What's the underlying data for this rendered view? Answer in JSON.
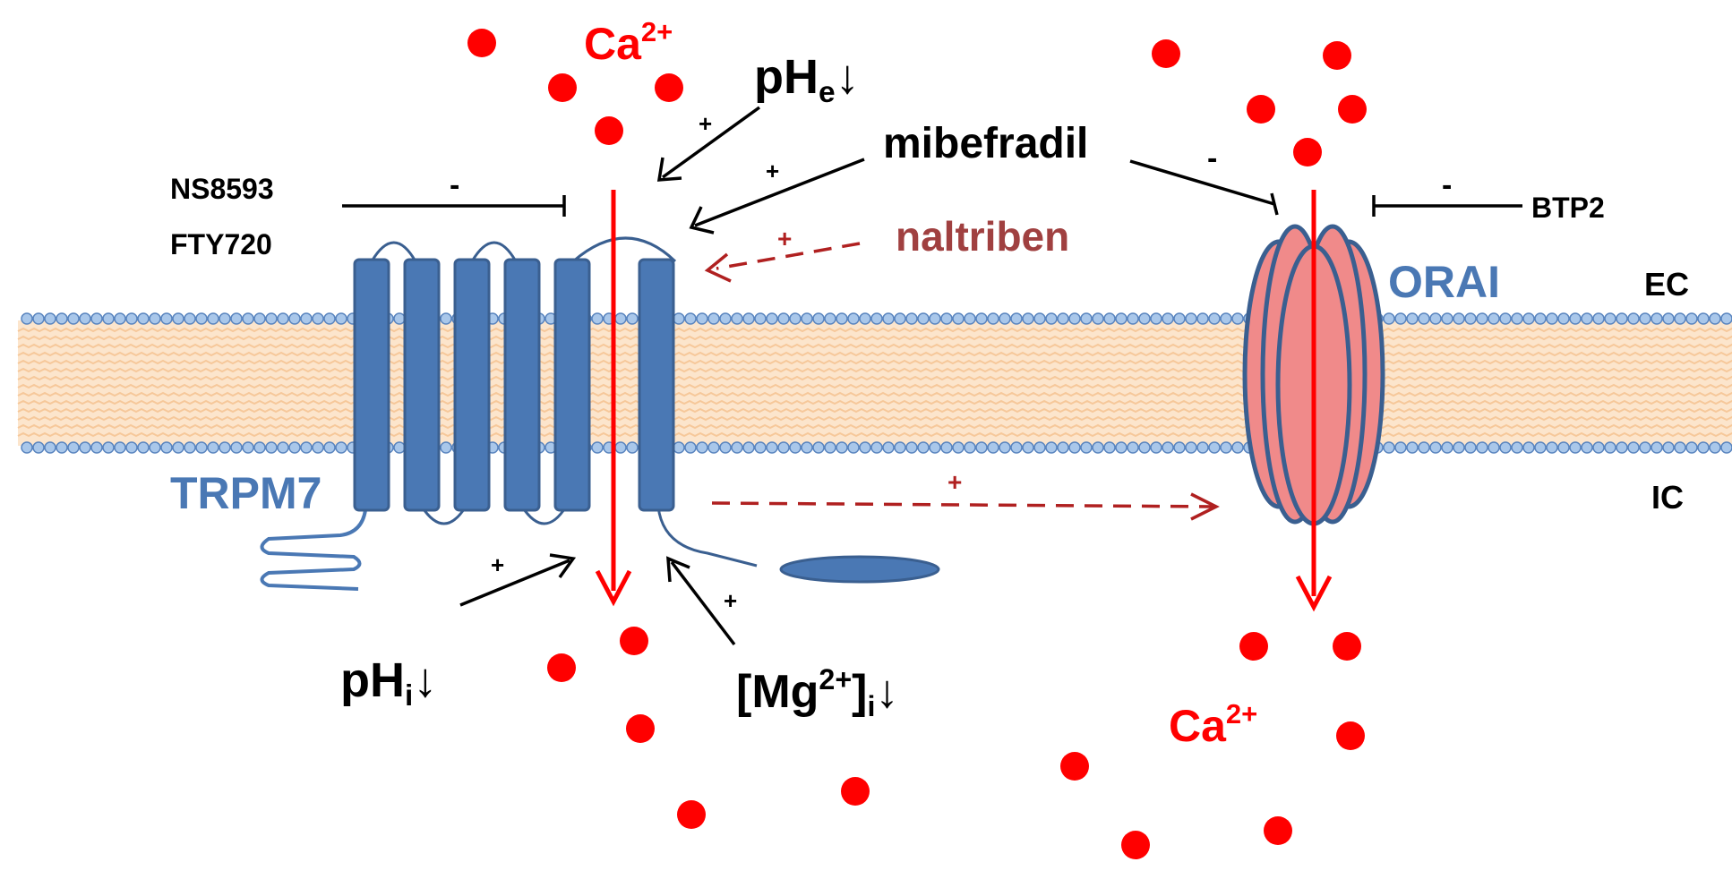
{
  "colors": {
    "blue": "#4a78b4",
    "blue_dark": "#3a5f90",
    "red": "#ff0000",
    "dark_red": "#b02020",
    "naltriben": "#a04040",
    "orai_fill": "#f08a8a",
    "lipid_head": "#a9c7ea",
    "lipid_tail": "#f6c89a",
    "black": "#000000"
  },
  "labels": {
    "ca_top": {
      "base": "Ca",
      "sup": "2+"
    },
    "ca_bottom": {
      "base": "Ca",
      "sup": "2+"
    },
    "phe": {
      "base": "pH",
      "sub": "e",
      "arrow": "↓"
    },
    "phi": {
      "base": "pH",
      "sub": "i",
      "arrow": "↓"
    },
    "mg": {
      "open": "[Mg",
      "sup": "2+",
      "close": "]",
      "sub": "i",
      "arrow": "↓"
    },
    "mibefradil": "mibefradil",
    "naltriben": "naltriben",
    "ns8593": "NS8593",
    "fty720": "FTY720",
    "btp2": "BTP2",
    "trpm7": "TRPM7",
    "orai": "ORAI",
    "ec": "EC",
    "ic": "IC"
  },
  "signs": {
    "plus": "+",
    "minus": "-"
  }
}
